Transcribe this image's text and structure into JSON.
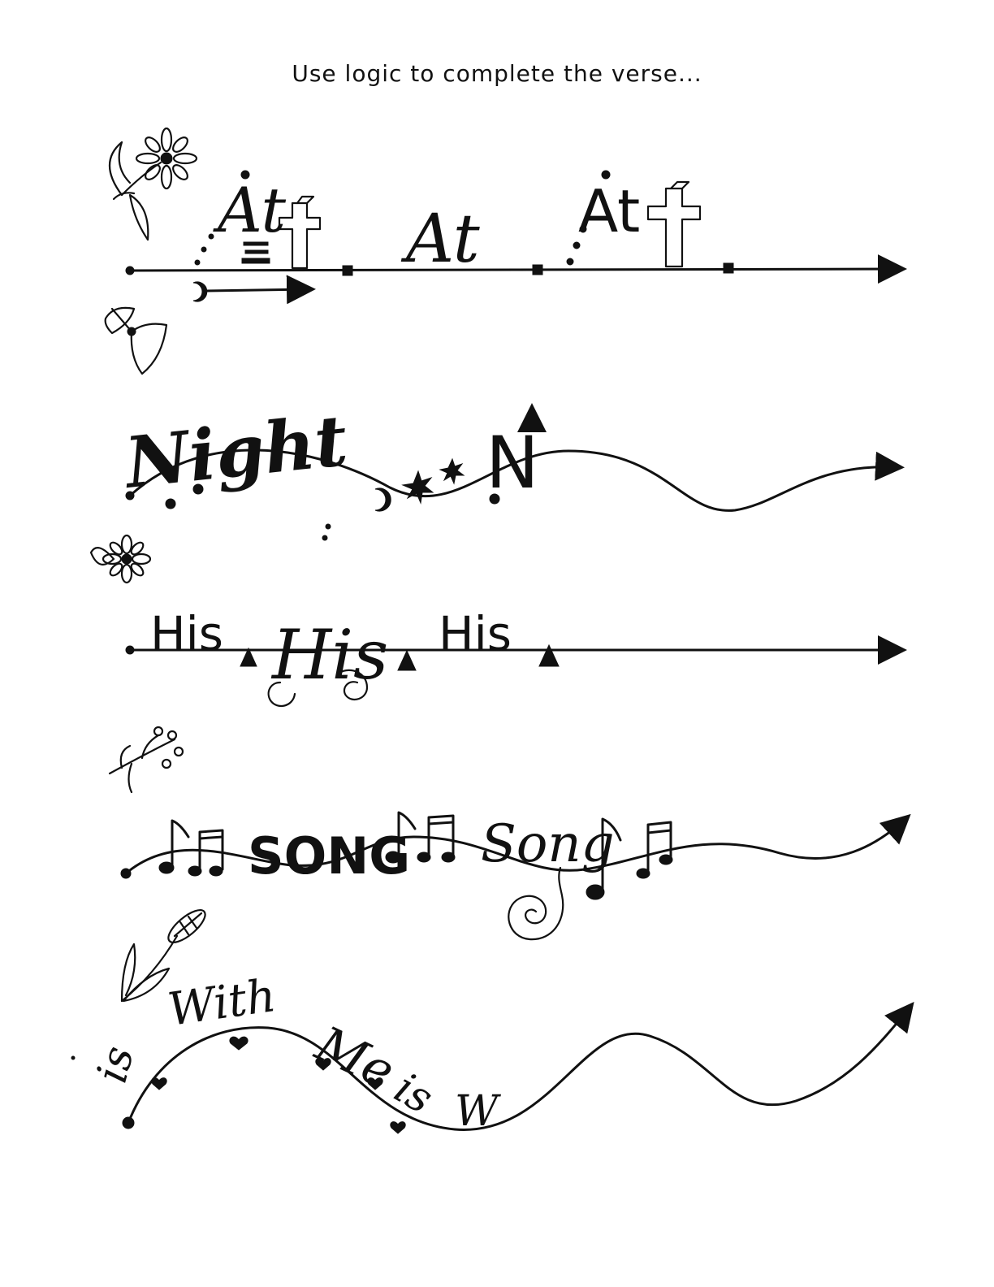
{
  "instruction": "Use logic to complete the verse...",
  "lines": [
    {
      "id": "line-1",
      "words": [
        "At",
        "At",
        "At"
      ]
    },
    {
      "id": "line-2",
      "words": [
        "Night",
        "N"
      ]
    },
    {
      "id": "line-3",
      "words": [
        "His",
        "His",
        "His"
      ]
    },
    {
      "id": "line-4",
      "words": [
        "SONG",
        "Song"
      ]
    },
    {
      "id": "line-5",
      "words": [
        "is",
        "With",
        "Me",
        "is",
        "W"
      ]
    }
  ],
  "colors": {
    "ink": "#111111",
    "paper": "#ffffff"
  },
  "decorations": [
    "flower-icon",
    "bluebell-icon",
    "daisy-icon",
    "sprig-icon",
    "lupine-icon",
    "cross-icon",
    "music-note-icon",
    "heart-icon",
    "moon-icon",
    "star-icon",
    "spiral-icon",
    "arrow-icon"
  ]
}
